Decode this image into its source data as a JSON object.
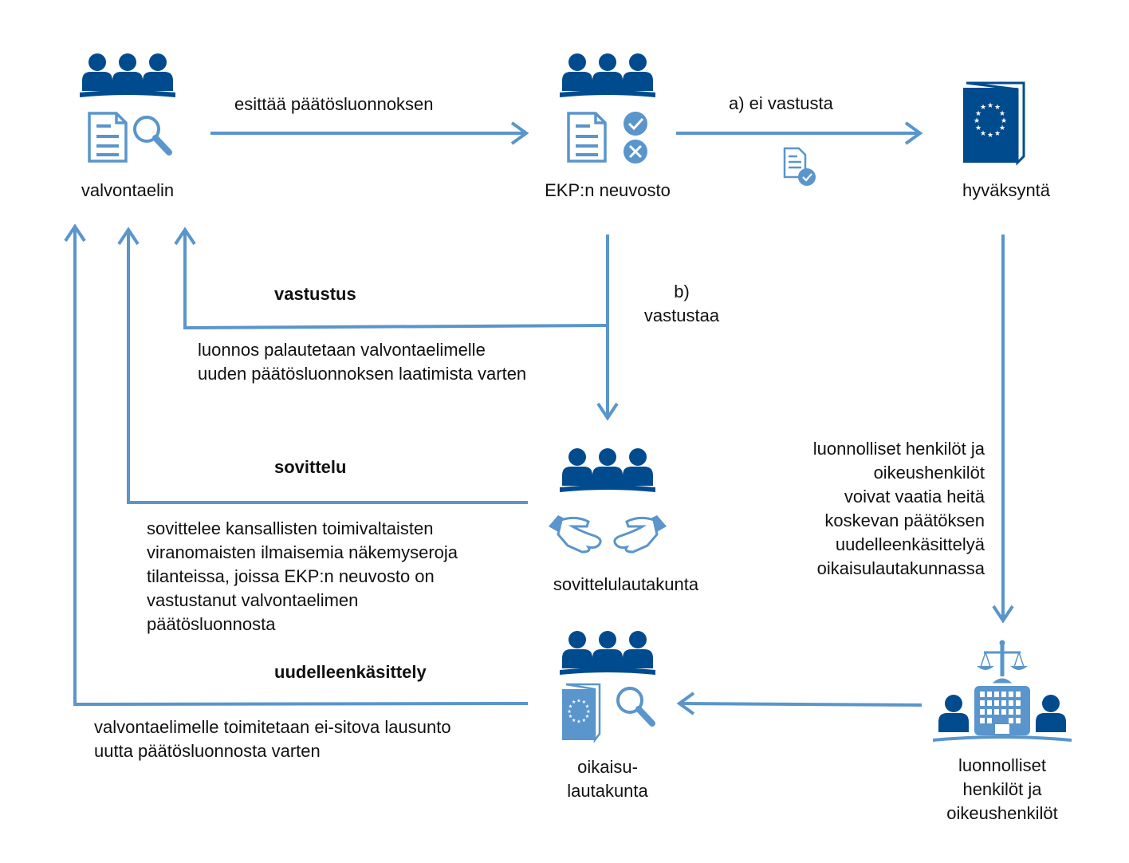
{
  "colors": {
    "dark_blue": "#004b8d",
    "light_blue": "#5a95cb",
    "text": "#111111"
  },
  "nodes": {
    "supervisor": {
      "label": "valvontaelin",
      "icons": [
        "people-group-icon",
        "document-icon",
        "magnifier-icon"
      ]
    },
    "governing_council": {
      "label": "EKP:n neuvosto",
      "icons": [
        "people-group-icon",
        "document-icon",
        "check-circle-icon",
        "cross-circle-icon"
      ]
    },
    "adoption": {
      "label": "hyväksyntä",
      "icons": [
        "eu-book-icon"
      ]
    },
    "mediation_panel": {
      "label": "sovittelulautakunta",
      "icons": [
        "people-group-icon",
        "handshake-icon"
      ]
    },
    "review_board": {
      "label": "oikaisu-\nlautakunta",
      "icons": [
        "people-group-icon",
        "eu-book-icon",
        "magnifier-icon"
      ]
    },
    "persons": {
      "label": "luonnolliset\nhenkilöt ja\noikeushenkilöt",
      "icons": [
        "court-building-icon",
        "scales-icon",
        "person-icon"
      ]
    }
  },
  "edges": {
    "submit": {
      "label": "esittää päätösluonnoksen"
    },
    "no_objection": {
      "label": "a) ei vastusta",
      "icon": "document-approved-icon"
    },
    "objects": {
      "label": "b)\nvastustaa"
    },
    "objection": {
      "title": "vastustus",
      "desc": "luonnos palautetaan valvontaelimelle\nuuden päätösluonnoksen laatimista varten"
    },
    "mediation": {
      "title": "sovittelu",
      "desc": "sovittelee kansallisten toimivaltaisten\nviranomaisten ilmaisemia näkemyseroja\ntilanteissa, joissa EKP:n neuvosto on\nvastustanut valvontaelimen\npäätösluonnosta"
    },
    "review": {
      "title": "uudelleenkäsittely",
      "desc": "valvontaelimelle toimitetaan ei-sitova lausunto\nuutta päätösluonnosta varten"
    },
    "persons_request": {
      "label": "luonnolliset henkilöt ja\noikeushenkilöt\nvoivat vaatia heitä\nkoskevan päätöksen\nuudelleenkäsittelyä\noikaisulautakunnassa"
    }
  }
}
